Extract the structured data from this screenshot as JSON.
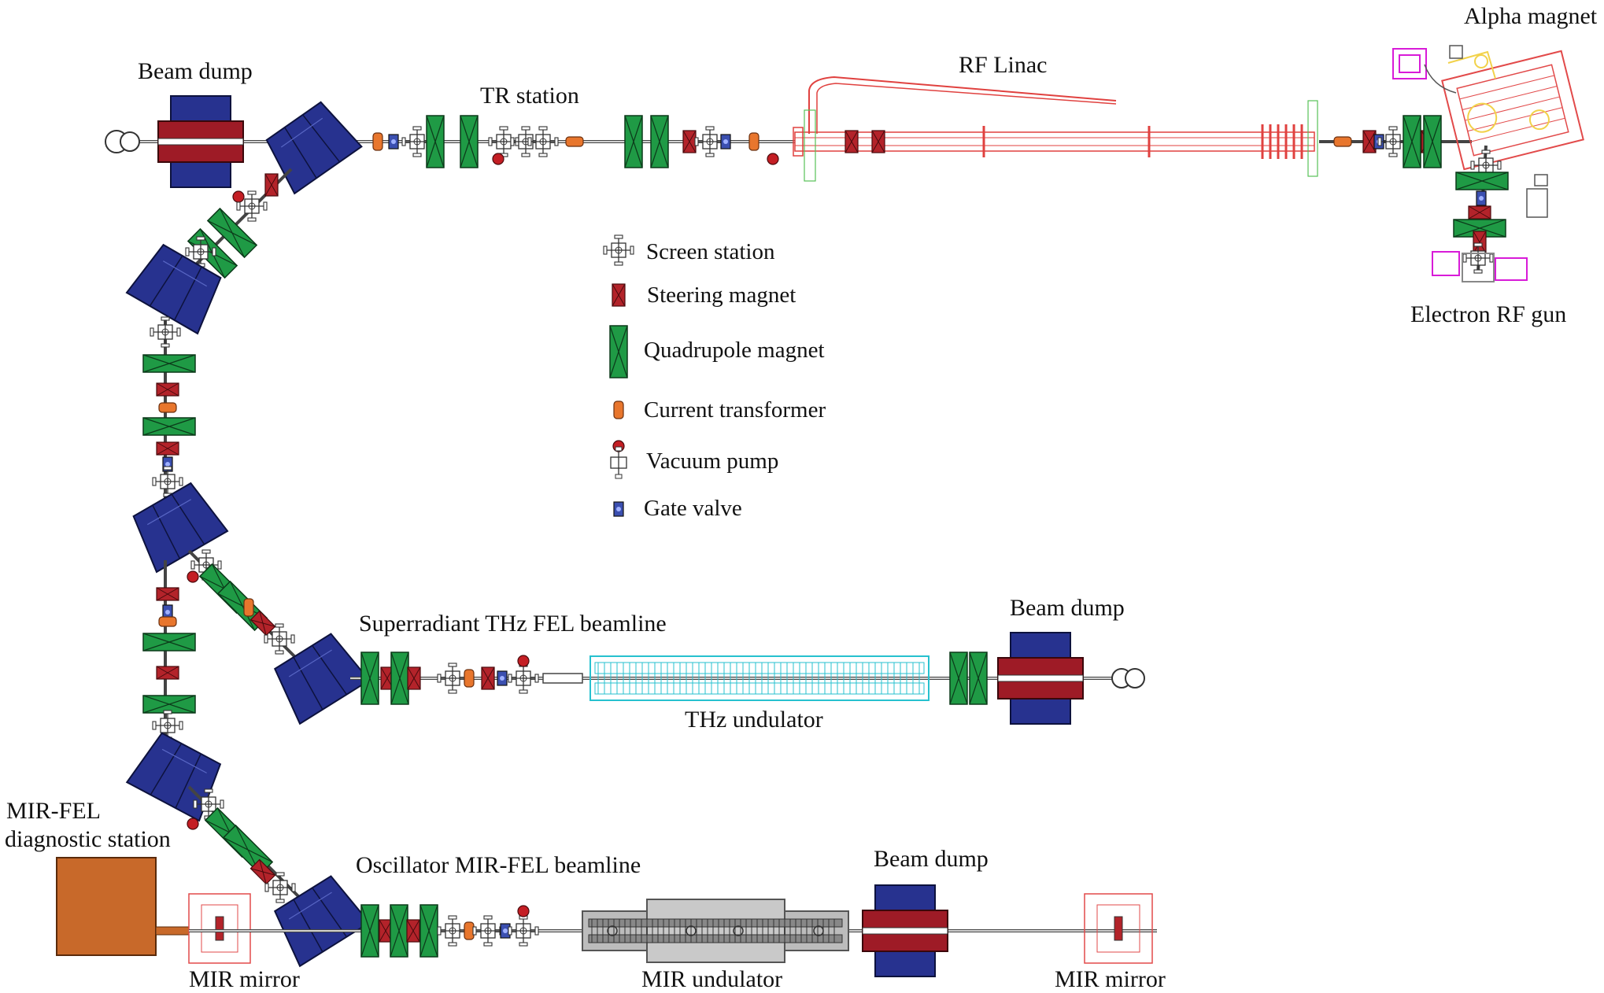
{
  "labels": {
    "beam_dump_top": "Beam dump",
    "tr_station": "TR station",
    "rf_linac": "RF Linac",
    "alpha_magnet": "Alpha magnet",
    "electron_rf_gun": "Electron RF gun",
    "superradiant": "Superradiant THz FEL beamline",
    "beam_dump_mid": "Beam dump",
    "thz_undulator": "THz undulator",
    "mir_diag_1": "MIR-FEL",
    "mir_diag_2": "diagnostic station",
    "oscillator": "Oscillator MIR-FEL beamline",
    "beam_dump_bottom": "Beam dump",
    "mir_mirror_left": "MIR mirror",
    "mir_undulator": "MIR undulator",
    "mir_mirror_right": "MIR mirror"
  },
  "legend": [
    {
      "symbol": "screen-station-icon",
      "label": "Screen station"
    },
    {
      "symbol": "steering-magnet-icon",
      "label": "Steering magnet"
    },
    {
      "symbol": "quadrupole-magnet-icon",
      "label": "Quadrupole magnet"
    },
    {
      "symbol": "current-transformer-icon",
      "label": "Current transformer"
    },
    {
      "symbol": "vacuum-pump-icon",
      "label": "Vacuum pump"
    },
    {
      "symbol": "gate-valve-icon",
      "label": "Gate valve"
    }
  ],
  "colors": {
    "dipole": "#27328f",
    "quadrupole": "#1f9a45",
    "steering": "#b3232a",
    "current_transformer": "#e8762d",
    "vacuum_pump": "#c41e24",
    "gate_valve": "#3b4fb0",
    "linac": "#e0413f",
    "thz_undulator": "#27c1cf",
    "mir_undulator": "#bcbcbc",
    "diagnostic_station": "#c8692a",
    "beam_dump_core": "#9e1b26",
    "beam_dump_outer": "#27328f",
    "rf_gun": "#d81bd8",
    "alpha_magnet": "#e24a4a"
  }
}
